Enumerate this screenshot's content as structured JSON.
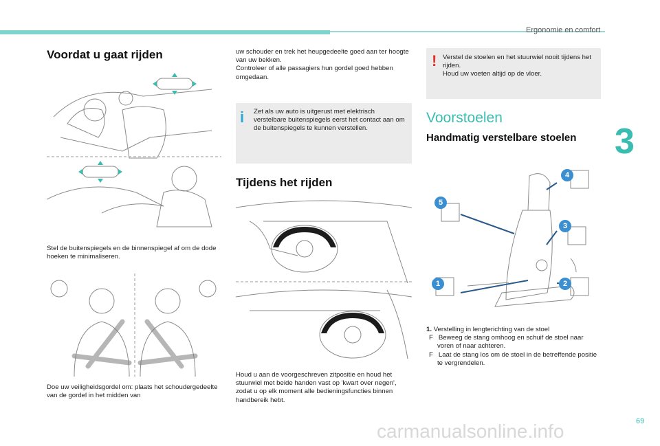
{
  "header": {
    "section_title": "Ergonomie en comfort",
    "chapter_number": "3",
    "page_number": "69"
  },
  "col1": {
    "title": "Voordat u gaat rijden",
    "caption1": "Stel de buitenspiegels en de binnenspiegel af om de dode hoeken te minimaliseren.",
    "caption2": "Doe uw veiligheidsgordel om: plaats het schoudergedeelte van de gordel in het midden van"
  },
  "col2": {
    "continued": "uw schouder en trek het heupgedeelte goed aan ter hoogte van uw bekken.",
    "check": "Controleer of alle passagiers hun gordel goed hebben omgedaan.",
    "info_text": "Zet als uw auto is uitgerust met elektrisch verstelbare buitenspiegels eerst het contact aan om de buitenspiegels te kunnen verstellen.",
    "title": "Tijdens het rijden",
    "caption": "Houd u aan de voorgeschreven zitpositie en houd het stuurwiel met beide handen vast op 'kwart over negen', zodat u op elk moment alle bedieningsfuncties binnen handbereik hebt."
  },
  "col3": {
    "warning_line1": "Verstel de stoelen en het stuurwiel nooit tijdens het rijden.",
    "warning_line2": "Houd uw voeten altijd op de vloer.",
    "section": "Voorstoelen",
    "title": "Handmatig verstelbare stoelen",
    "badges": [
      "1",
      "2",
      "3",
      "4",
      "5"
    ],
    "item1_num": "1.",
    "item1_text": "Verstelling in lengterichting van de stoel",
    "bullet1": "Beweeg de stang omhoog en schuif de stoel naar voren of naar achteren.",
    "bullet2": "Laat de stang los om de stoel in de betreffende positie te vergrendelen.",
    "bullet_symbol": "F"
  },
  "watermark": "carmanualsonline.info",
  "colors": {
    "accent": "#3bbcb0",
    "info": "#2aa9d8",
    "warning": "#e2312a",
    "badge": "#3b8fd0"
  }
}
